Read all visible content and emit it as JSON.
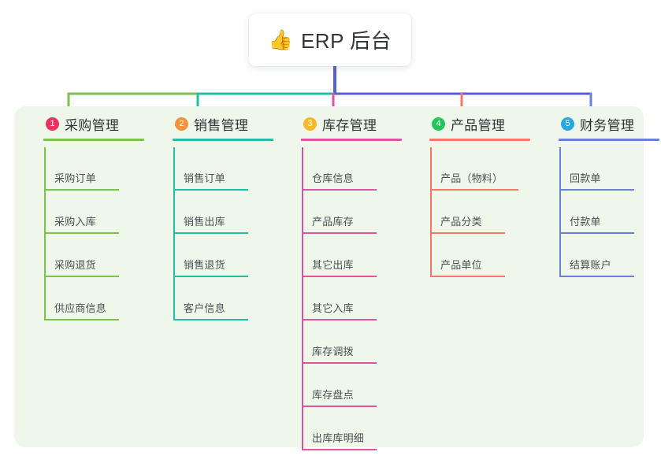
{
  "title": {
    "icon": "thumbs-up-icon",
    "emoji": "👍",
    "text": "ERP 后台"
  },
  "colors": {
    "panel_background": "#eff7ea",
    "page_background": "#ffffff",
    "root_connector": "#5a5fd0",
    "text": "#2f3336",
    "item_text": "#4a4f52"
  },
  "columns": [
    {
      "number": "1",
      "title": "采购管理",
      "badge_color": "#e8355f",
      "line_color": "#7ac24a",
      "items": [
        {
          "label": "采购订单"
        },
        {
          "label": "采购入库"
        },
        {
          "label": "采购退货"
        },
        {
          "label": "供应商信息"
        }
      ]
    },
    {
      "number": "2",
      "title": "销售管理",
      "badge_color": "#f5933c",
      "line_color": "#21bfa6",
      "items": [
        {
          "label": "销售订单"
        },
        {
          "label": "销售出库"
        },
        {
          "label": "销售退货"
        },
        {
          "label": "客户信息"
        }
      ]
    },
    {
      "number": "3",
      "title": "库存管理",
      "badge_color": "#f7b928",
      "line_color": "#e0529f",
      "items": [
        {
          "label": "仓库信息"
        },
        {
          "label": "产品库存"
        },
        {
          "label": "其它出库"
        },
        {
          "label": "其它入库"
        },
        {
          "label": "库存调拨"
        },
        {
          "label": "库存盘点"
        },
        {
          "label": "出库库明细"
        }
      ]
    },
    {
      "number": "4",
      "title": "产品管理",
      "badge_color": "#22c55e",
      "line_color": "#f7766a",
      "items": [
        {
          "label": "产品（物料）"
        },
        {
          "label": "产品分类"
        },
        {
          "label": "产品单位"
        }
      ]
    },
    {
      "number": "5",
      "title": "财务管理",
      "badge_color": "#29a8e0",
      "line_color": "#6b7fd7",
      "items": [
        {
          "label": "回款单"
        },
        {
          "label": "付款单"
        },
        {
          "label": "结算账户"
        }
      ]
    }
  ]
}
